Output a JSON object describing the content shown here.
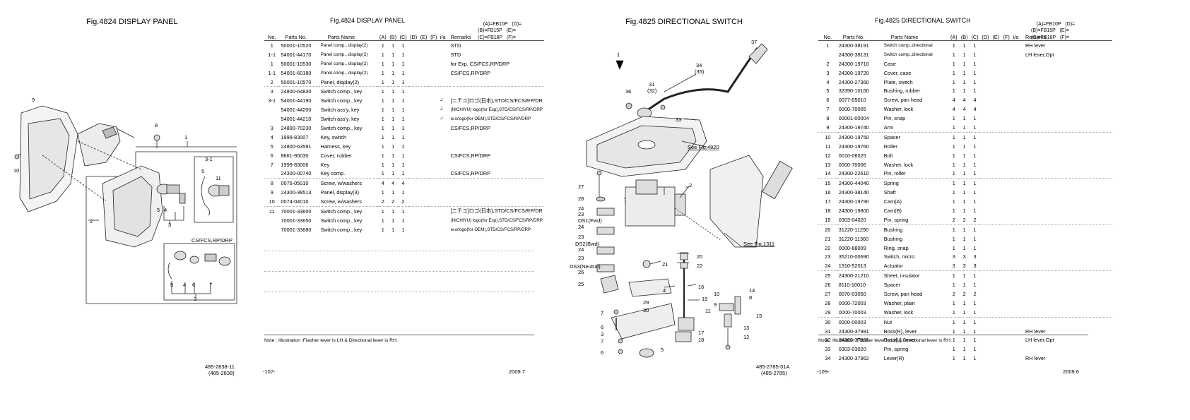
{
  "page1": {
    "fig_title": "Fig.4824  DISPLAY PANEL",
    "footer_code": "485-2838-11",
    "footer_code2": "(485-2838)",
    "callouts": [
      "9",
      "8",
      "1",
      "10",
      "3-1",
      "5",
      "11",
      "2",
      "5",
      "4",
      "3",
      "CS/FCS,RP/DRP",
      "5",
      "4",
      "6",
      "7",
      "3"
    ]
  },
  "page2": {
    "fig_title": "Fig.4824  DISPLAY PANEL",
    "legend": {
      "a": "(A)=FB10P",
      "d": "(D)=",
      "b": "(B)=FB15P",
      "e": "(E)=",
      "c": "(C)=FB18P",
      "f": "(F)="
    },
    "headers": [
      "No.",
      "Parts No.",
      "Parts Name",
      "(A)",
      "(B)",
      "(C)",
      "(D)",
      "(E)",
      "(F)",
      "i/a",
      "Remarks"
    ],
    "rows": [
      {
        "no": "1",
        "pno": "50001-10520",
        "name": "Panel comp., display(2)",
        "a": "1",
        "b": "1",
        "c": "1",
        "ia": "",
        "rem": "STD"
      },
      {
        "no": "1-1",
        "pno": "54001-44170",
        "name": "Panel comp., display(2)",
        "a": "1",
        "b": "1",
        "c": "1",
        "ia": "",
        "rem": "STD"
      },
      {
        "no": "1",
        "pno": "50001-10530",
        "name": "Panel comp., display(2)",
        "a": "1",
        "b": "1",
        "c": "1",
        "ia": "",
        "rem": "for Exp. CS/FCS,RP/DRP"
      },
      {
        "no": "1-1",
        "pno": "54001-60180",
        "name": "Panel comp., display(2)",
        "a": "1",
        "b": "1",
        "c": "1",
        "ia": "",
        "rem": "CS/FCS,RP/DRP"
      },
      {
        "no": "2",
        "pno": "50001-10570",
        "name": "Panel, display(2)",
        "a": "1",
        "b": "1",
        "c": "1",
        "ia": "",
        "rem": ""
      },
      {
        "no": "3",
        "pno": "24800-64830",
        "name": "Switch comp., key",
        "a": "1",
        "b": "1",
        "c": "1",
        "ia": "",
        "rem": ""
      },
      {
        "no": "3-1",
        "pno": "54001-44190",
        "name": "Switch comp., key",
        "a": "1",
        "b": "1",
        "c": "1",
        "ia": "┘",
        "rem": "[ニチユ]ロゴ(日本),STD/CS/FCS/RP/DR"
      },
      {
        "no": "",
        "pno": "54001-44200",
        "name": "Switch ass'y, key",
        "a": "1",
        "b": "1",
        "c": "1",
        "ia": "┘",
        "rem": "(NICHIYU) logo(for Exp),STD/CS/FCS/RP/DRP"
      },
      {
        "no": "",
        "pno": "54001-44210",
        "name": "Switch ass'y, key",
        "a": "1",
        "b": "1",
        "c": "1",
        "ia": "┘",
        "rem": "w.o/logo(for OEM),STD/CS/FCS/RP/DRP"
      },
      {
        "no": "3",
        "pno": "24800-70230",
        "name": "Switch comp., key",
        "a": "1",
        "b": "1",
        "c": "1",
        "ia": "",
        "rem": "CS/FCS,RP/DRP"
      },
      {
        "no": "4",
        "pno": "1999-83007",
        "name": "Key, switch",
        "a": "1",
        "b": "1",
        "c": "1",
        "ia": "",
        "rem": ""
      },
      {
        "no": "5",
        "pno": "24800-63591",
        "name": "Harness, key",
        "a": "1",
        "b": "1",
        "c": "1",
        "ia": "",
        "rem": ""
      },
      {
        "no": "6",
        "pno": "8661-90030",
        "name": "Cover, rubber",
        "a": "1",
        "b": "1",
        "c": "1",
        "ia": "",
        "rem": "CS/FCS,RP/DRP"
      },
      {
        "no": "7",
        "pno": "1999-83006",
        "name": "Key",
        "a": "1",
        "b": "1",
        "c": "1",
        "ia": "",
        "rem": ""
      },
      {
        "no": "",
        "pno": "24300-00740",
        "name": "Key comp.",
        "a": "1",
        "b": "1",
        "c": "1",
        "ia": "",
        "rem": "CS/FCS,RP/DRP"
      },
      {
        "no": "8",
        "pno": "0076-05010",
        "name": "Screw, w/washers",
        "a": "4",
        "b": "4",
        "c": "4",
        "ia": "",
        "rem": ""
      },
      {
        "no": "9",
        "pno": "24300-38513",
        "name": "Panel, display(3)",
        "a": "1",
        "b": "1",
        "c": "1",
        "ia": "",
        "rem": ""
      },
      {
        "no": "10",
        "pno": "0074-04010",
        "name": "Screw, w/washers",
        "a": "2",
        "b": "2",
        "c": "2",
        "ia": "",
        "rem": ""
      },
      {
        "no": "11",
        "pno": "70001-33600",
        "name": "Switch comp., key",
        "a": "1",
        "b": "1",
        "c": "1",
        "ia": "",
        "rem": "[ニチユ]ロゴ(日本),STD/CS/FCS/RP/DR"
      },
      {
        "no": "",
        "pno": "70001-33650",
        "name": "Switch comp., key",
        "a": "1",
        "b": "1",
        "c": "1",
        "ia": "",
        "rem": "(NICHIYU) logo(for Exp),STD/CS/FCS/RP/DRP"
      },
      {
        "no": "",
        "pno": "70001-33680",
        "name": "Switch comp., key",
        "a": "1",
        "b": "1",
        "c": "1",
        "ia": "",
        "rem": "w.o/logo(for OEM),STD/CS/FCS/RP/DRP"
      }
    ],
    "note": "Note :   Illustration :Flasher lever is LH & Directional lever is RH.",
    "page_no": "-107-",
    "date": "2009.7"
  },
  "page3": {
    "fig_title": "Fig.4825  DIRECTIONAL SWITCH",
    "see_a": "See Fig.4820",
    "see_b": "See Fig.1311",
    "footer_code": "485-2785-01A",
    "footer_code2": "(485-2785)"
  },
  "page4": {
    "fig_title": "Fig.4825  DIRECTIONAL SWITCH",
    "legend": {
      "a": "(A)=FB10P",
      "d": "(D)=",
      "b": "(B)=FB15P",
      "e": "(E)=",
      "c": "(C)=FB18P",
      "f": "(F)="
    },
    "headers": [
      "No.",
      "Parts No.",
      "Parts Name",
      "(A)",
      "(B)",
      "(C)",
      "(D)",
      "(E)",
      "(F)",
      "i/a",
      "Remarks"
    ],
    "rows": [
      {
        "no": "1",
        "pno": "24300-38191",
        "name": "Switch comp.,directional",
        "a": "1",
        "b": "1",
        "c": "1",
        "rem": "RH lever"
      },
      {
        "no": "",
        "pno": "24300-38131",
        "name": "Switch comp.,directional",
        "a": "1",
        "b": "1",
        "c": "1",
        "rem": "LH lever,Opt"
      },
      {
        "no": "2",
        "pno": "24300-19710",
        "name": "Case",
        "a": "1",
        "b": "1",
        "c": "1",
        "rem": ""
      },
      {
        "no": "3",
        "pno": "24300-19720",
        "name": "Cover, case",
        "a": "1",
        "b": "1",
        "c": "1",
        "rem": ""
      },
      {
        "no": "4",
        "pno": "24300-27360",
        "name": "Plate, switch",
        "a": "1",
        "b": "1",
        "c": "1",
        "rem": ""
      },
      {
        "no": "5",
        "pno": "32390-10160",
        "name": "Bushing, rubber",
        "a": "1",
        "b": "1",
        "c": "1",
        "rem": ""
      },
      {
        "no": "6",
        "pno": "0077-05010",
        "name": "Screw, pan head",
        "a": "4",
        "b": "4",
        "c": "4",
        "rem": ""
      },
      {
        "no": "7",
        "pno": "0000-70005",
        "name": "Washer, lock",
        "a": "4",
        "b": "4",
        "c": "4",
        "rem": ""
      },
      {
        "no": "8",
        "pno": "00001-00004",
        "name": "Pin, snap",
        "a": "1",
        "b": "1",
        "c": "1",
        "rem": ""
      },
      {
        "no": "9",
        "pno": "24300-19740",
        "name": "Arm",
        "a": "1",
        "b": "1",
        "c": "1",
        "rem": ""
      },
      {
        "no": "10",
        "pno": "24300-19750",
        "name": "Spacer",
        "a": "1",
        "b": "1",
        "c": "1",
        "rem": ""
      },
      {
        "no": "11",
        "pno": "24300-19760",
        "name": "Roller",
        "a": "1",
        "b": "1",
        "c": "1",
        "rem": ""
      },
      {
        "no": "12",
        "pno": "0010-06025",
        "name": "Bolt",
        "a": "1",
        "b": "1",
        "c": "1",
        "rem": ""
      },
      {
        "no": "13",
        "pno": "0000-70006",
        "name": "Washer, lock",
        "a": "1",
        "b": "1",
        "c": "1",
        "rem": ""
      },
      {
        "no": "14",
        "pno": "24300-22610",
        "name": "Pin, roller",
        "a": "1",
        "b": "1",
        "c": "1",
        "rem": ""
      },
      {
        "no": "15",
        "pno": "24300-44040",
        "name": "Spring",
        "a": "1",
        "b": "1",
        "c": "1",
        "rem": ""
      },
      {
        "no": "16",
        "pno": "24300-38140",
        "name": "Shaft",
        "a": "1",
        "b": "1",
        "c": "1",
        "rem": ""
      },
      {
        "no": "17",
        "pno": "24300-19790",
        "name": "Cam(A)",
        "a": "1",
        "b": "1",
        "c": "1",
        "rem": ""
      },
      {
        "no": "18",
        "pno": "24300-19800",
        "name": "Cam(B)",
        "a": "1",
        "b": "1",
        "c": "1",
        "rem": ""
      },
      {
        "no": "19",
        "pno": "0303-04020",
        "name": "Pin, spring",
        "a": "2",
        "b": "2",
        "c": "2",
        "rem": ""
      },
      {
        "no": "20",
        "pno": "31220-11290",
        "name": "Bushing",
        "a": "1",
        "b": "1",
        "c": "1",
        "rem": ""
      },
      {
        "no": "21",
        "pno": "31220-11360",
        "name": "Bushing",
        "a": "1",
        "b": "1",
        "c": "1",
        "rem": ""
      },
      {
        "no": "22",
        "pno": "0000-88009",
        "name": "Ring, snap",
        "a": "1",
        "b": "1",
        "c": "1",
        "rem": ""
      },
      {
        "no": "23",
        "pno": "35210-00690",
        "name": "Switch, micro",
        "a": "3",
        "b": "3",
        "c": "3",
        "rem": ""
      },
      {
        "no": "24",
        "pno": "1910-52013",
        "name": "Actuator",
        "a": "3",
        "b": "3",
        "c": "3",
        "rem": ""
      },
      {
        "no": "25",
        "pno": "24300-21210",
        "name": "Sheet, insulator",
        "a": "1",
        "b": "1",
        "c": "1",
        "rem": ""
      },
      {
        "no": "26",
        "pno": "8110-10010",
        "name": "Spacer",
        "a": "1",
        "b": "1",
        "c": "1",
        "rem": ""
      },
      {
        "no": "27",
        "pno": "0070-03050",
        "name": "Screw, pan head",
        "a": "2",
        "b": "2",
        "c": "2",
        "rem": ""
      },
      {
        "no": "28",
        "pno": "0000-72003",
        "name": "Washer, plain",
        "a": "1",
        "b": "1",
        "c": "1",
        "rem": ""
      },
      {
        "no": "29",
        "pno": "0000-70003",
        "name": "Washer, lock",
        "a": "1",
        "b": "1",
        "c": "1",
        "rem": ""
      },
      {
        "no": "30",
        "pno": "0000-00003",
        "name": "Nut",
        "a": "1",
        "b": "1",
        "c": "1",
        "rem": ""
      },
      {
        "no": "31",
        "pno": "24300-37981",
        "name": "Boss(R), lever",
        "a": "1",
        "b": "1",
        "c": "1",
        "rem": "RH lever"
      },
      {
        "no": "32",
        "pno": "24300-37991",
        "name": "Boss(L), lever",
        "a": "1",
        "b": "1",
        "c": "1",
        "rem": "LH lever,Opt"
      },
      {
        "no": "33",
        "pno": "0303-03020",
        "name": "Pin, spring",
        "a": "1",
        "b": "1",
        "c": "1",
        "rem": ""
      },
      {
        "no": "34",
        "pno": "24300-37962",
        "name": "Lever(R)",
        "a": "1",
        "b": "1",
        "c": "1",
        "rem": "RH lever"
      }
    ],
    "note": "Note :   Illustration :Flasher lever is LH & Directional lever is RH.",
    "page_no": "-109-",
    "date": "2009.6"
  }
}
